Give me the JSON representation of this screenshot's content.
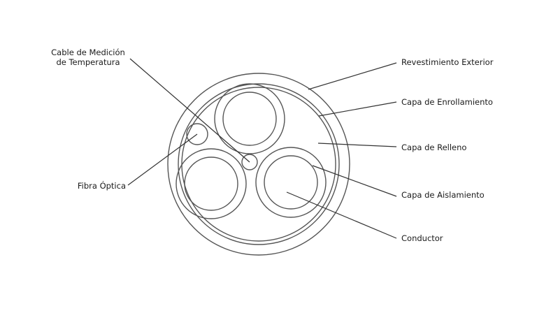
{
  "labels": {
    "temp_cable": {
      "line1": "Cable de Medición",
      "line2": "de Temperatura"
    },
    "optical_fiber": "Fibra Óptica",
    "outer_sheath": "Revestimiento Exterior",
    "wrapping_layer": "Capa de Enrollamiento",
    "filler_layer": "Capa de Relleno",
    "insulation_layer": "Capa de Aislamiento",
    "conductor": "Conductor"
  },
  "colors": {
    "stroke": "#555555",
    "leader": "#333333",
    "text": "#1a1a1a",
    "background": "#ffffff"
  }
}
